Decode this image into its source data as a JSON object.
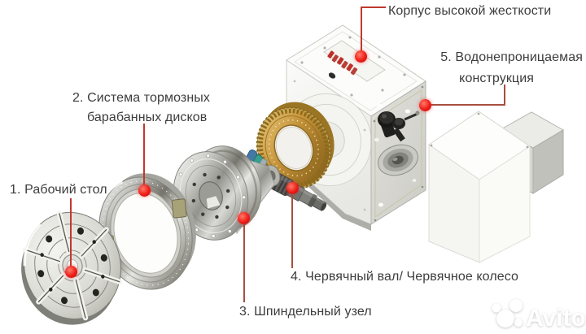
{
  "labels": {
    "housing": "Корпус высокой жесткости",
    "waterproof_line1": "5. Водонепроницаемая",
    "waterproof_line2": "конструкция",
    "brake_line1": "2. Система тормозных",
    "brake_line2": "барабанных дисков",
    "work_table": "1. Рабочий стол",
    "worm": "4. Червячный вал/ Червячное колесо",
    "spindle": "3. Шпиндельный узел"
  },
  "watermark": {
    "text": "Avito"
  },
  "colors": {
    "background": "#ffffff",
    "label_text": "#3d3d3d",
    "callout_line": "#c0392f",
    "callout_line_muted": "#a84e3f",
    "callout_dot": "#ee1c16",
    "gear_gold": "#c9973b",
    "metal_silver": "#c6c6c0",
    "housing_white": "#fbfbf9",
    "panel_gray": "#d8d7d1",
    "watermark_white": "#ffffff"
  }
}
